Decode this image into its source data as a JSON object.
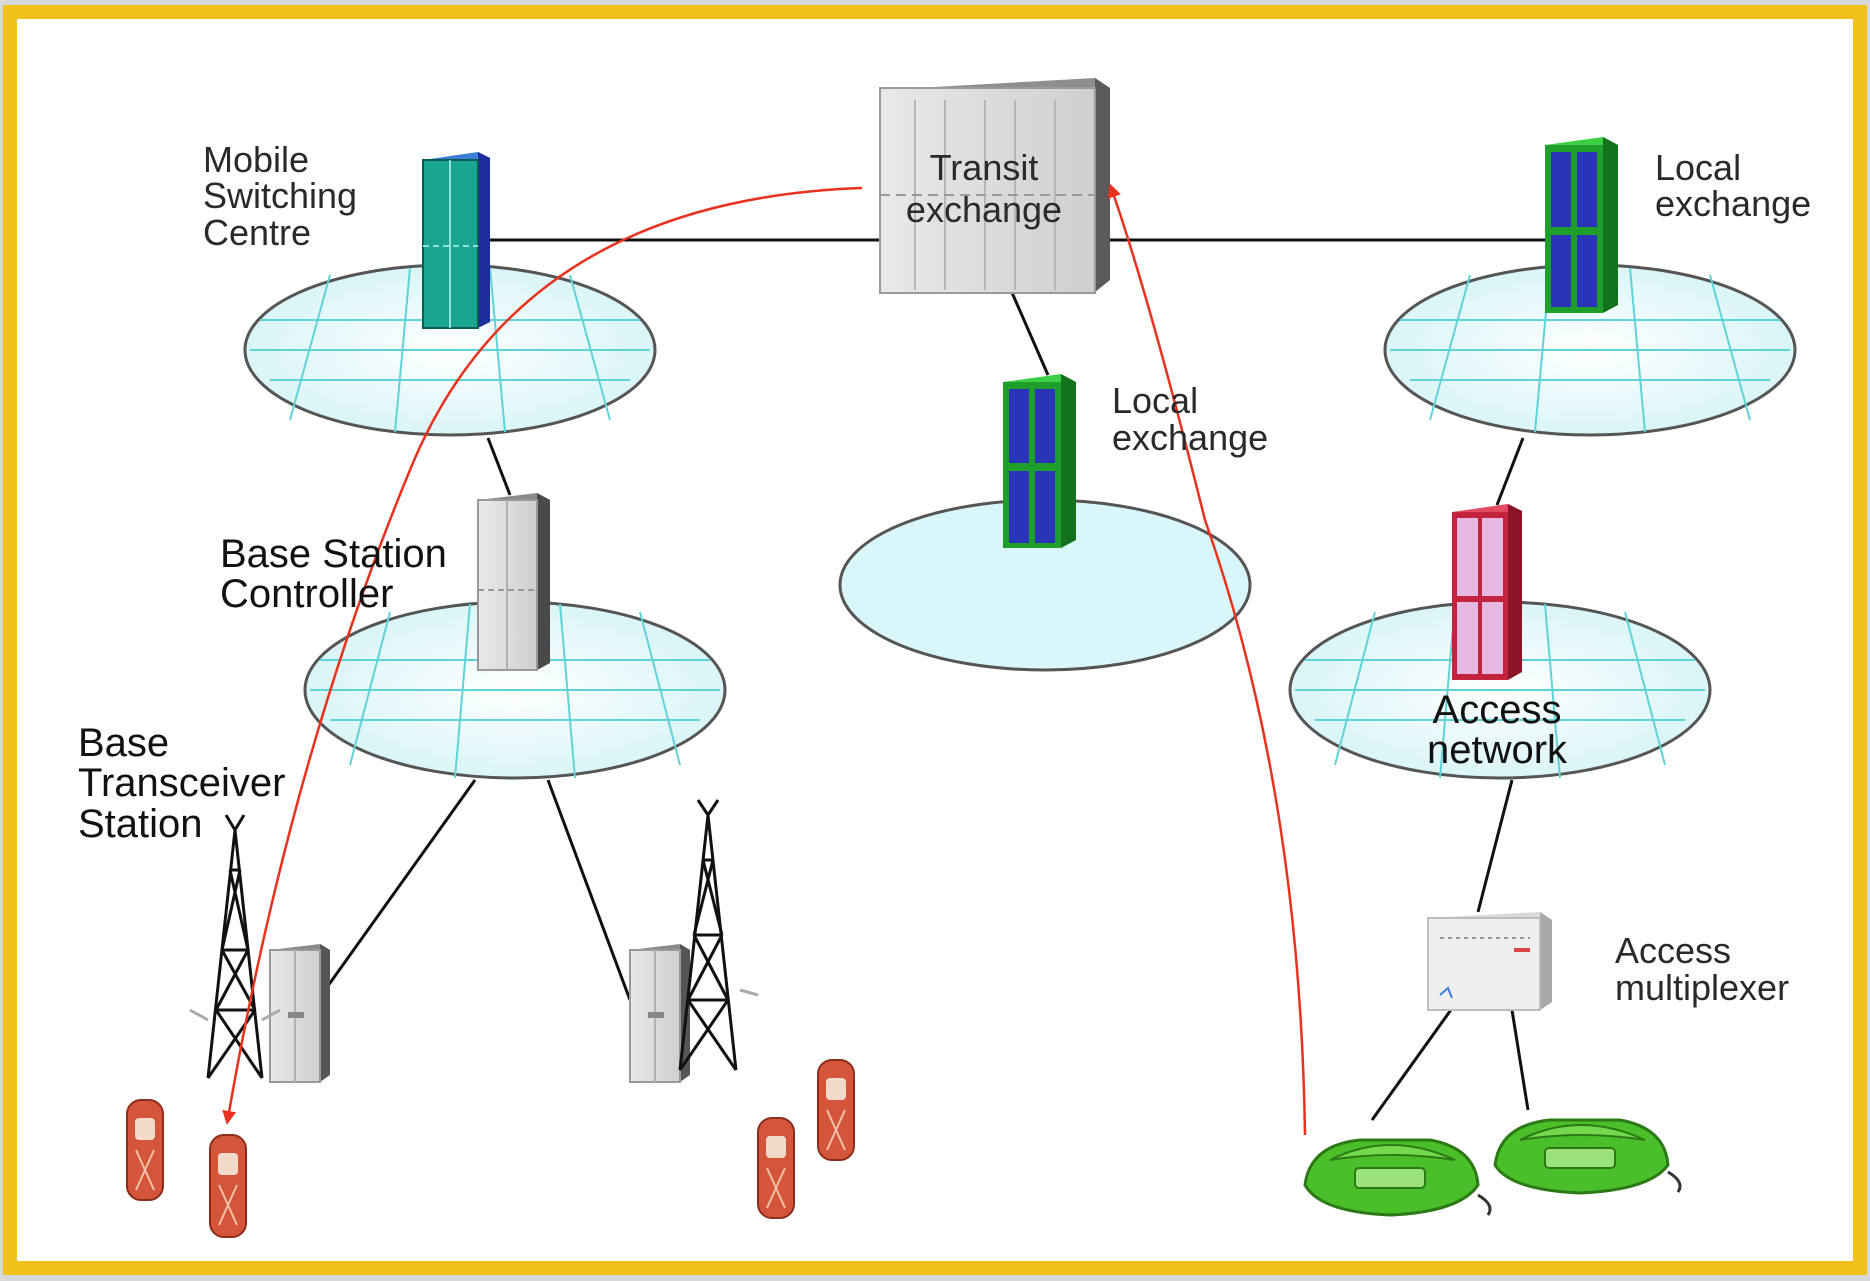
{
  "colors": {
    "frame_border": "#f2c21b",
    "background": "#ffffff",
    "disc_fill": "#dff7f9",
    "disc_grid": "#5fd3d8",
    "signal_path": "#e8321e",
    "link_line": "#111111",
    "msc_cabinet": "#1aa592",
    "local_exchange_cabinet": "#2a34b6",
    "local_exchange_frame": "#1f9e2c",
    "access_network_cabinet": "#e8b8e2",
    "access_network_frame": "#c2233d",
    "phone_green": "#4bbf2a",
    "mobile_red": "#d4553a"
  },
  "labels": {
    "msc": [
      "Mobile",
      "Switching",
      "Centre"
    ],
    "transit": [
      "Transit",
      "exchange"
    ],
    "local_exchange_right": [
      "Local",
      "exchange"
    ],
    "local_exchange_middle": [
      "Local",
      "exchange"
    ],
    "bsc": [
      "Base Station",
      "Controller"
    ],
    "bts": [
      "Base",
      "Transceiver",
      "Station"
    ],
    "access_network": [
      "Access",
      "network"
    ],
    "access_mux": [
      "Access",
      "multiplexer"
    ]
  },
  "icons": [
    "cabinet-icon",
    "antenna-tower-icon",
    "mobile-phone-icon",
    "desk-phone-icon",
    "multiplexer-box-icon",
    "arrow-head-icon"
  ]
}
